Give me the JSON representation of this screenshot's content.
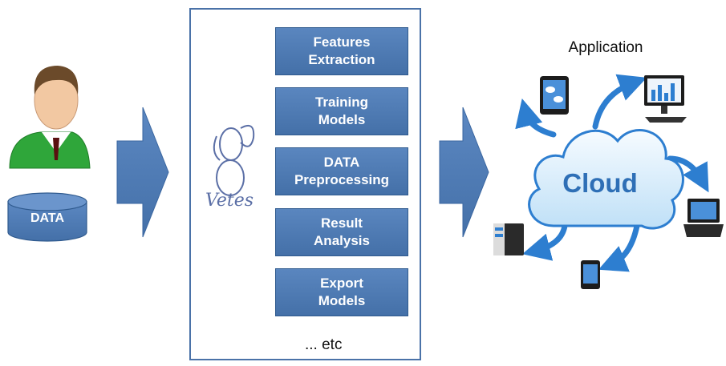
{
  "user": {
    "db_label": "DATA"
  },
  "pipeline": {
    "logo_text": "Vetes",
    "steps": [
      "Features\nExtraction",
      "Training\nModels",
      "DATA\nPreprocessing",
      "Result\nAnalysis",
      "Export\nModels"
    ],
    "more": "... etc"
  },
  "cloud": {
    "label": "Cloud",
    "app_title": "Application"
  },
  "colors": {
    "accent": "#4f7bb5",
    "box_border": "#4a72a8",
    "cloud_text": "#2e6fb6"
  }
}
